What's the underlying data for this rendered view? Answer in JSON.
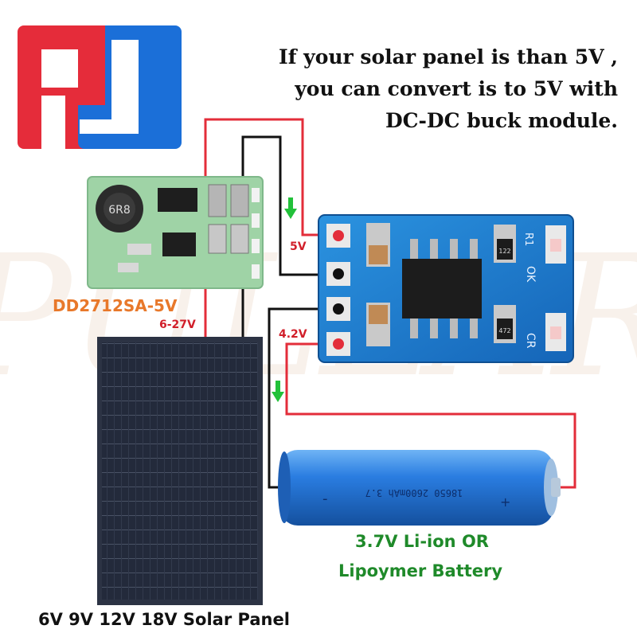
{
  "headline": {
    "line1": "If your solar panel is than 5V ,",
    "line2": "you can convert is to 5V with",
    "line3": "DC-DC buck module."
  },
  "buck_module": {
    "name": "DD2712SA-5V",
    "input_range": "6-27V",
    "inductor_marking": "6R8"
  },
  "charger_module": {
    "output_label": "5V",
    "battery_label": "4.2V",
    "silk_r1": "R1",
    "silk_ok": "OK",
    "silk_cr": "CR",
    "resistor_top": "122",
    "resistor_bottom": "472"
  },
  "battery": {
    "print": "18650 2600mAh 3.7",
    "minus": "-",
    "plus": "+",
    "label_line1": "3.7V Li-ion OR",
    "label_line2": "Lipoymer Battery"
  },
  "solar_panel": {
    "label": "6V 9V 12V 18V Solar Panel"
  },
  "colors": {
    "wire_red": "#e32d3a",
    "wire_black": "#111111",
    "pcb_green": "#9fd3a6",
    "pcb_blue": "#1e7fd0",
    "battery_blue": "#2a7de1",
    "panel_dark": "#1e2533",
    "logo_red": "#e52c3a",
    "logo_blue": "#1b6fd8",
    "arrow_green": "#22c13a"
  },
  "logo": {
    "text": "PJ"
  },
  "watermark": {
    "text": "PULLAR"
  }
}
